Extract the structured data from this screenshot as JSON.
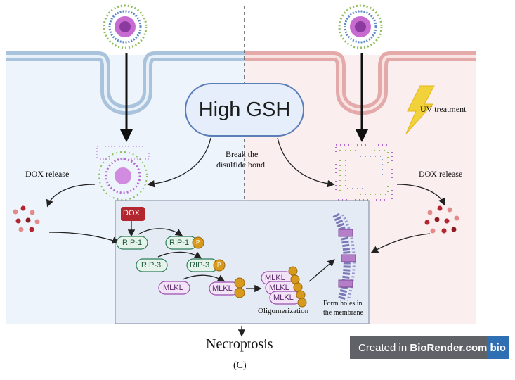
{
  "gsh_label": "High GSH",
  "uv_label": "UV treatment",
  "break_label_1": "Break the",
  "break_label_2": "disulfide bond",
  "dox_release_left": "DOX release",
  "dox_release_right": "DOX release",
  "dox_tag": "DOX",
  "rip1_a": "RIP-1",
  "rip1_b": "RIP-1",
  "rip3_a": "RIP-3",
  "rip3_b": "RIP-3",
  "mlkl_a": "MLKL",
  "mlkl_b": "MLKL",
  "mlkl_c1": "MLKL",
  "mlkl_c2": "MLKL",
  "mlkl_c3": "MLKL",
  "phospho": "P",
  "oligomerization": "Oligomerization",
  "holes_1": "Form  holes in",
  "holes_2": "the membrane",
  "necroptosis": "Necroptosis",
  "panel_label": "(C)",
  "badge": {
    "prefix": "Created in ",
    "brand": "BioRender.com",
    "logo": "bio"
  },
  "colors": {
    "left_bg": "#eef4fb",
    "right_bg": "#fbeeee",
    "membrane_left": "#a9c3dc",
    "membrane_right": "#e4a9a9",
    "dox_red": "#b3252f",
    "rip_green": "#2e7d5b",
    "mlkl_purple": "#9c4db0",
    "phospho_gold": "#d79a1c"
  }
}
